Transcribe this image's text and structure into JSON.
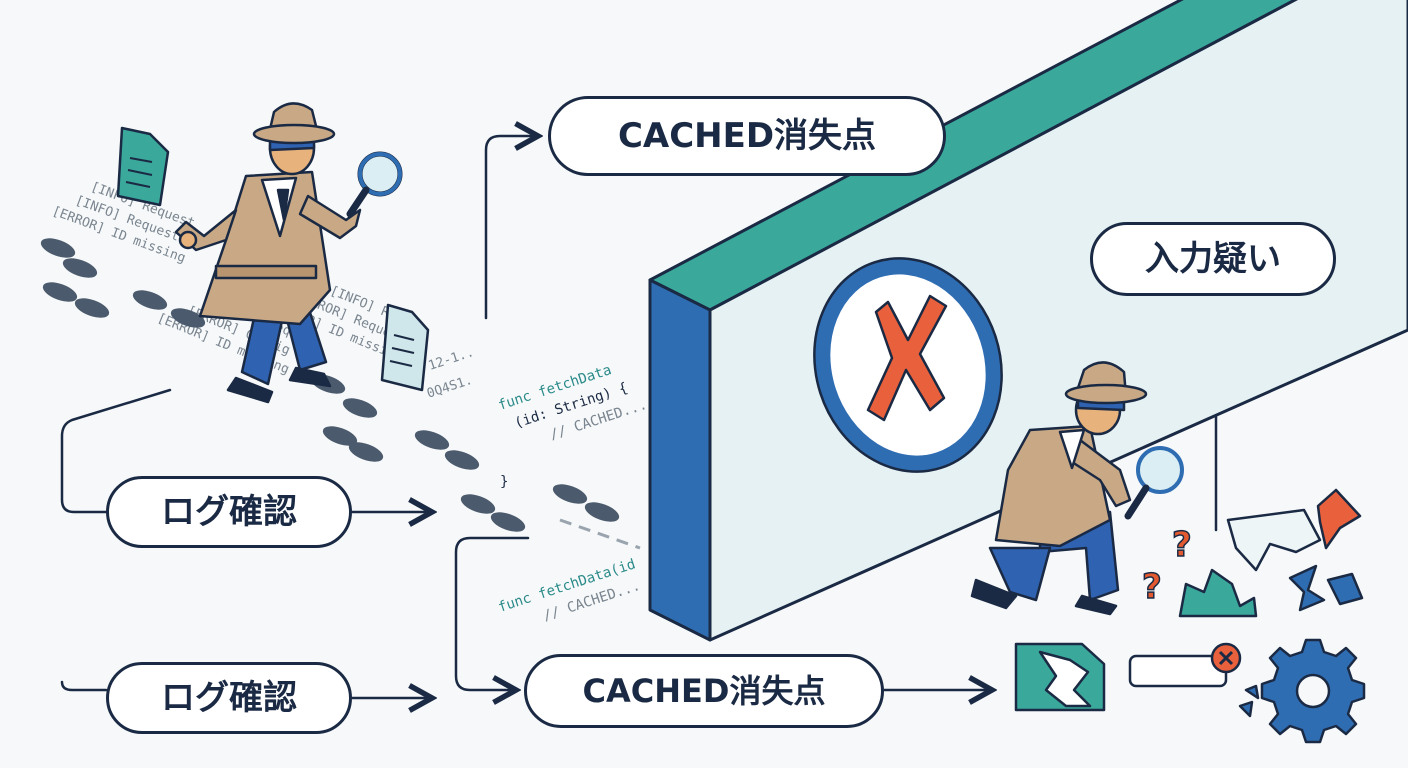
{
  "labels": {
    "log_check_top": "ログ確認",
    "log_check_bottom": "ログ確認",
    "cached_top": "CACHED消失点",
    "cached_bottom": "CACHED消失点",
    "input_suspect": "入力疑い"
  },
  "log_lines_a": [
    "[INFO] Request",
    "[INFO] Request",
    "[ERROR] ID missing"
  ],
  "log_lines_b": [
    "[INFO] Req",
    "[ERROR] Reques",
    "[ERROR] ID missing",
    "[INFO] Request",
    "[ERROR] Config",
    "[ERROR] ID missing fo"
  ],
  "log_stamps": [
    "12-1..",
    "0Q4S1."
  ],
  "code_top": {
    "line1": "func fetchData",
    "line2": "(id: String) {",
    "line3": "// CACHED...",
    "line4": "}"
  },
  "code_bottom": {
    "line1": "func fetchData(id",
    "line2": "// CACHED..."
  },
  "colors": {
    "navy": "#1b2a44",
    "teal": "#3aa89b",
    "wall_blue": "#2f6db3",
    "wall_face": "#e6f1f3",
    "x_red": "#e8603c",
    "coat": "#c9a985",
    "pants": "#2f62b0",
    "question": "#e35a30"
  }
}
